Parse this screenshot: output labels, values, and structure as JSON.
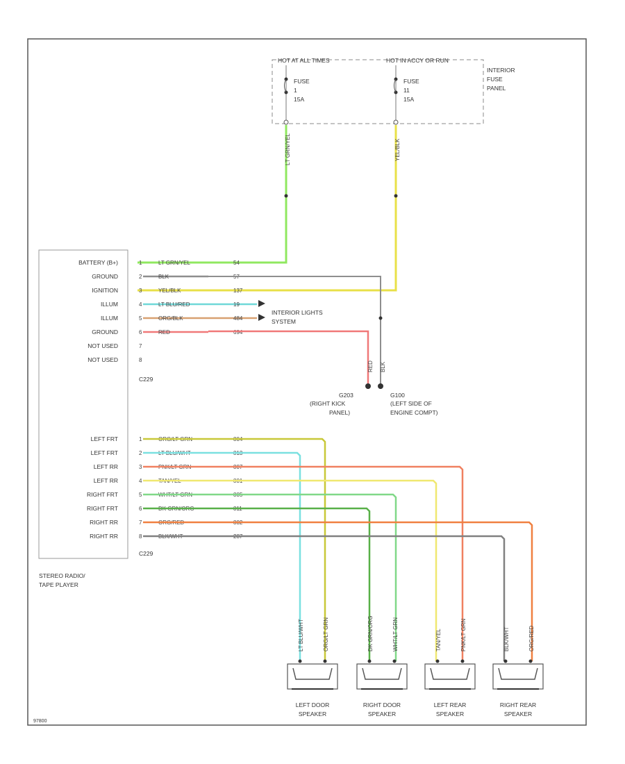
{
  "fuse_panel": {
    "hot_left": "HOT AT ALL TIMES",
    "hot_right": "HOT IN ACCY OR RUN",
    "name_lines": [
      "INTERIOR",
      "FUSE",
      "PANEL"
    ],
    "fuse_left": {
      "label": "FUSE",
      "number": "1",
      "rating": "15A"
    },
    "fuse_right": {
      "label": "FUSE",
      "number": "11",
      "rating": "15A"
    },
    "fuse_left_wire": "LT GRN/YEL",
    "fuse_right_wire": "YEL/BLK"
  },
  "radio": {
    "name_lines": [
      "STEREO RADIO/",
      "TAPE PLAYER"
    ],
    "connector_top": "C229",
    "connector_bottom": "C229",
    "top_pins": [
      {
        "pin": "1",
        "func": "BATTERY (B+)",
        "wire": "LT GRN/YEL",
        "circuit": "54",
        "color": "#90e860"
      },
      {
        "pin": "2",
        "func": "GROUND",
        "wire": "BLK",
        "circuit": "57",
        "color": "#8e8e8e"
      },
      {
        "pin": "3",
        "func": "IGNITION",
        "wire": "YEL/BLK",
        "circuit": "137",
        "color": "#e8e048"
      },
      {
        "pin": "4",
        "func": "ILLUM",
        "wire": "LT BLU/RED",
        "circuit": "19",
        "color": "#6fd8d8"
      },
      {
        "pin": "5",
        "func": "ILLUM",
        "wire": "ORG/BLK",
        "circuit": "484",
        "color": "#d8a070"
      },
      {
        "pin": "6",
        "func": "GROUND",
        "wire": "RED",
        "circuit": "694",
        "color": "#f07878"
      },
      {
        "pin": "7",
        "func": "NOT USED"
      },
      {
        "pin": "8",
        "func": "NOT USED"
      }
    ],
    "bottom_pins": [
      {
        "pin": "1",
        "func": "LEFT FRT",
        "wire": "ORG/LT GRN",
        "circuit": "804",
        "color": "#c8c838"
      },
      {
        "pin": "2",
        "func": "LEFT FRT",
        "wire": "LT BLU/WHT",
        "circuit": "813",
        "color": "#7ae0e0"
      },
      {
        "pin": "3",
        "func": "LEFT RR",
        "wire": "PNK/LT GRN",
        "circuit": "807",
        "color": "#f08060"
      },
      {
        "pin": "4",
        "func": "LEFT RR",
        "wire": "TAN/YEL",
        "circuit": "801",
        "color": "#f0e870"
      },
      {
        "pin": "5",
        "func": "RIGHT FRT",
        "wire": "WHT/LT GRN",
        "circuit": "805",
        "color": "#80d888"
      },
      {
        "pin": "6",
        "func": "RIGHT FRT",
        "wire": "DK GRN/ORG",
        "circuit": "811",
        "color": "#58b048"
      },
      {
        "pin": "7",
        "func": "RIGHT RR",
        "wire": "ORG/RED",
        "circuit": "802",
        "color": "#f08040"
      },
      {
        "pin": "8",
        "func": "RIGHT RR",
        "wire": "BLK/WHT",
        "circuit": "287",
        "color": "#808080"
      }
    ]
  },
  "interior_lights": [
    "INTERIOR LIGHTS",
    "SYSTEM"
  ],
  "grounds": {
    "g203": {
      "id": "G203",
      "lines": [
        "(RIGHT KICK",
        "PANEL)"
      ],
      "wire": "RED"
    },
    "g100": {
      "id": "G100",
      "lines": [
        "(LEFT SIDE OF",
        "ENGINE COMPT)"
      ],
      "wire": "BLK"
    }
  },
  "speakers": [
    {
      "lines": [
        "LEFT DOOR",
        "SPEAKER"
      ],
      "wire_a": "LT BLU/WHT",
      "wire_b": "ORG/LT GRN"
    },
    {
      "lines": [
        "RIGHT DOOR",
        "SPEAKER"
      ],
      "wire_a": "DK GRN/ORG",
      "wire_b": "WHT/LT GRN"
    },
    {
      "lines": [
        "LEFT REAR",
        "SPEAKER"
      ],
      "wire_a": "TAN/YEL",
      "wire_b": "PNK/LT GRN"
    },
    {
      "lines": [
        "RIGHT REAR",
        "SPEAKER"
      ],
      "wire_a": "BLK/WHT",
      "wire_b": "ORG/RED"
    }
  ],
  "figure_id": "97800"
}
